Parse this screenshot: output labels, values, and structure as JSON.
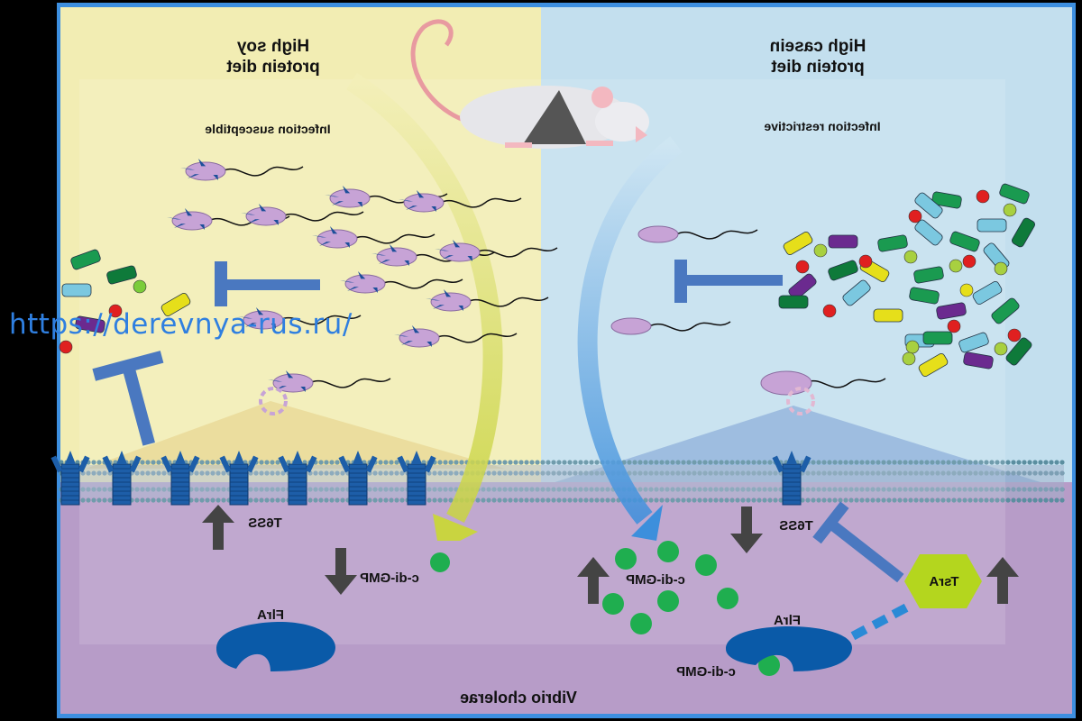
{
  "left_panel": {
    "title_line1": "High soy",
    "title_line2": "protein diet",
    "subtitle": "Infection susceptible",
    "t6ss": "T6SS",
    "cdigmp": "c-di-GMP",
    "flra": "FlrA"
  },
  "right_panel": {
    "title_line1": "High casein",
    "title_line2": "protein diet",
    "subtitle": "Infection restrictive",
    "t6ss": "T6SS",
    "cdigmp": "c-di-GMP",
    "tsra": "TsrA",
    "flra": "FlrA",
    "cdigmp_bound": "c-di-GMP"
  },
  "organism": "Vibrio cholerae",
  "watermark": "https://derevnya-rus.ru/",
  "colors": {
    "soy_bg": "#f2edb3",
    "casein_bg": "#c3dfee",
    "cell": "#b79cc8",
    "inhibitor": "#4a78c0",
    "cdigmp": "#1fae4f",
    "tsra": "#b4d61e",
    "flra": "#0a5aa8"
  }
}
